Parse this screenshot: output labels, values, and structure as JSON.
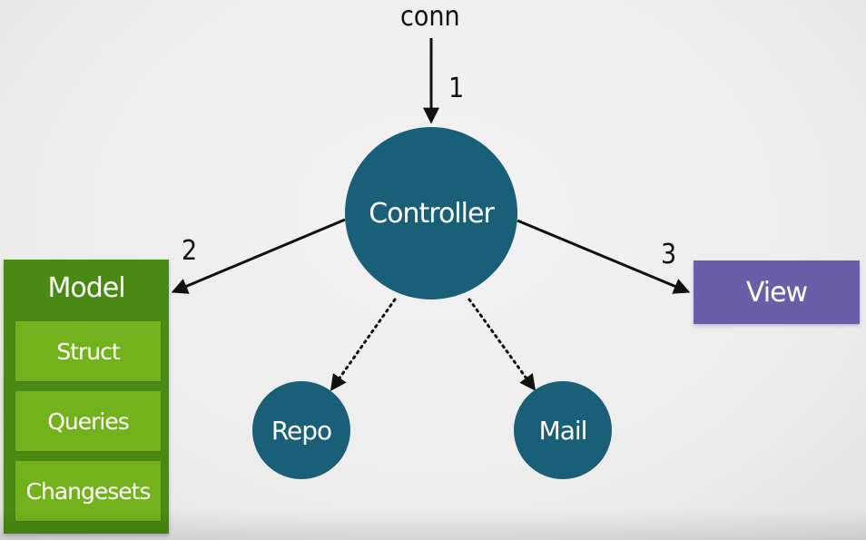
{
  "entry": {
    "label": "conn"
  },
  "steps": [
    "1",
    "2",
    "3"
  ],
  "nodes": {
    "controller": "Controller",
    "repo": "Repo",
    "mail": "Mail",
    "view": "View"
  },
  "model": {
    "title": "Model",
    "items": [
      "Struct",
      "Queries",
      "Changesets"
    ]
  },
  "colors": {
    "circle": "#1a5f78",
    "model_outer": "#4a8a14",
    "model_inner": "#73b21c",
    "view": "#6b5ea8",
    "arrow": "#111111"
  }
}
